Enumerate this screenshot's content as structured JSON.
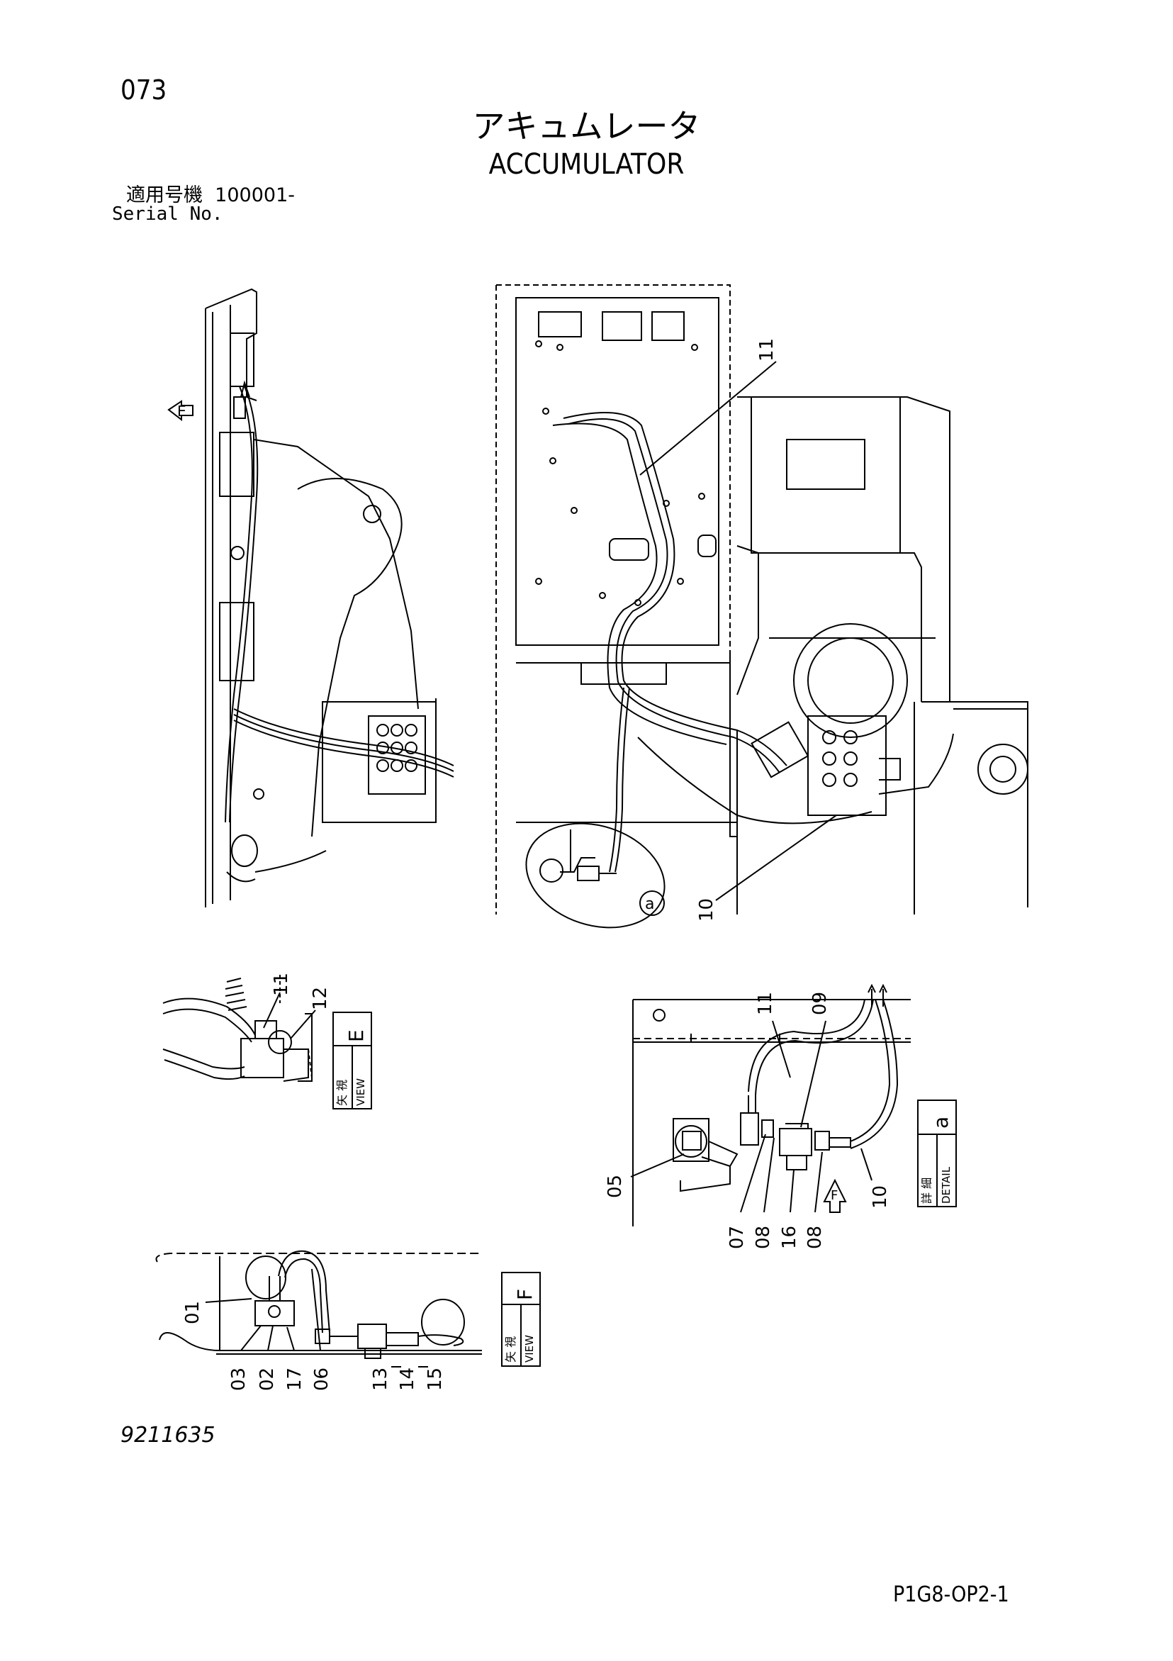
{
  "header": {
    "page_number": "073",
    "title_jp": "アキュムレータ",
    "title_en": "ACCUMULATOR",
    "serial_label_jp": "適用号機",
    "serial_value": "100001-",
    "serial_label_en": "Serial No."
  },
  "footer": {
    "drawing_number": "9211635",
    "page_code": "P1G8-OP2-1"
  },
  "callouts": {
    "main": [
      "11",
      "10"
    ],
    "view_e": [
      "11",
      "12"
    ],
    "detail_a": [
      "11",
      "09",
      "05",
      "07",
      "08",
      "16",
      "08",
      "10"
    ],
    "view_f": [
      "01",
      "03",
      "02",
      "17",
      "06",
      "13",
      "14",
      "15"
    ]
  },
  "markers": {
    "view_e_arrow": "E",
    "detail_circle": "a",
    "view_f_arrow": "F"
  },
  "view_labels": {
    "view_e": {
      "kanji": "矢 視",
      "view_word": "VIEW",
      "letter": "E"
    },
    "detail_a": {
      "kanji": "詳 細",
      "view_word": "DETAIL",
      "letter": "a"
    },
    "view_f": {
      "kanji": "矢 視",
      "view_word": "VIEW",
      "letter": "F"
    }
  }
}
